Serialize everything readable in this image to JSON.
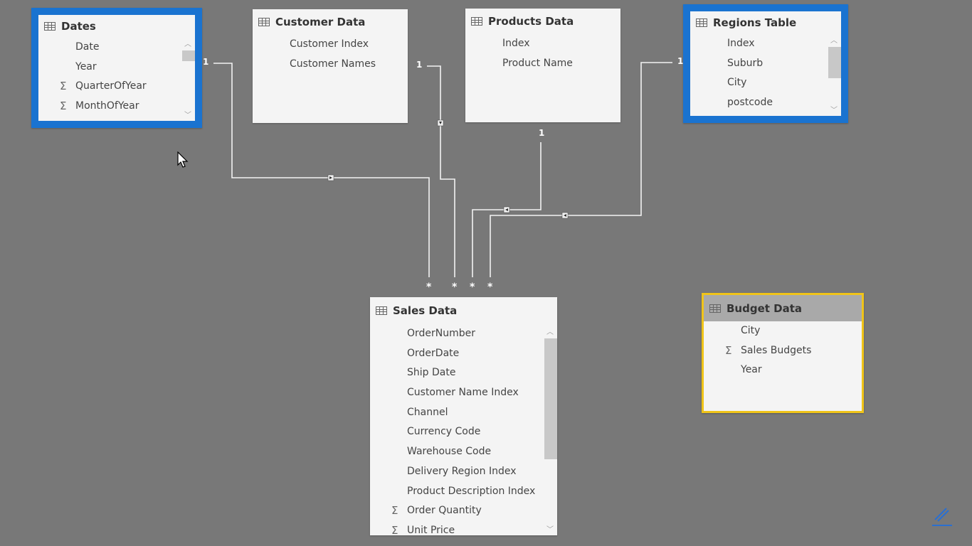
{
  "tables": {
    "dates": {
      "title": "Dates",
      "fields": [
        "Date",
        "Year",
        "QuarterOfYear",
        "MonthOfYear"
      ],
      "sigma": [
        false,
        false,
        true,
        true
      ]
    },
    "customer": {
      "title": "Customer Data",
      "fields": [
        "Customer Index",
        "Customer Names"
      ]
    },
    "products": {
      "title": "Products Data",
      "fields": [
        "Index",
        "Product Name"
      ]
    },
    "regions": {
      "title": "Regions Table",
      "fields": [
        "Index",
        "Suburb",
        "City",
        "postcode"
      ]
    },
    "sales": {
      "title": "Sales Data",
      "fields": [
        "OrderNumber",
        "OrderDate",
        "Ship Date",
        "Customer Name Index",
        "Channel",
        "Currency Code",
        "Warehouse Code",
        "Delivery Region Index",
        "Product Description Index",
        "Order Quantity",
        "Unit Price"
      ],
      "sigma": [
        false,
        false,
        false,
        false,
        false,
        false,
        false,
        false,
        false,
        true,
        true
      ]
    },
    "budget": {
      "title": "Budget Data",
      "fields": [
        "City",
        "Sales Budgets",
        "Year"
      ],
      "sigma": [
        false,
        true,
        false
      ]
    }
  },
  "cardinality": {
    "one": "1",
    "many": "*"
  },
  "icons": {
    "table": "table-icon",
    "sum": "sigma-icon",
    "cursor": "cursor-icon",
    "edit": "pencil-icon"
  },
  "colors": {
    "selected": "#1a73d0",
    "highlight": "#f0c419",
    "canvas": "#787878"
  }
}
